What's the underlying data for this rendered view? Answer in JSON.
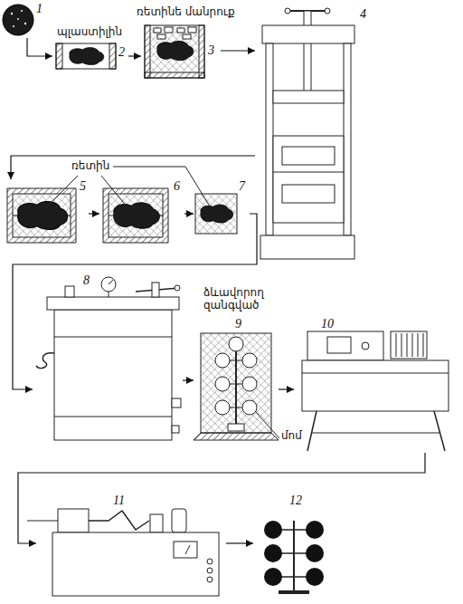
{
  "diagram": {
    "nodes": [
      {
        "text": [
          "1"
        ]
      },
      {
        "text": [
          "2"
        ]
      },
      {
        "text": [
          "3"
        ]
      },
      {
        "text": [
          "4"
        ]
      },
      {
        "text": [
          "5"
        ]
      },
      {
        "text": [
          "6"
        ]
      },
      {
        "text": [
          "7"
        ]
      },
      {
        "text": [
          "8"
        ]
      },
      {
        "text": [
          "9"
        ]
      },
      {
        "text": [
          "10"
        ]
      },
      {
        "text": [
          "11"
        ]
      },
      {
        "text": [
          "12"
        ]
      }
    ],
    "edges": [
      {
        "from": 0,
        "to": 1,
        "arrow": "to"
      },
      {
        "from": 1,
        "to": 2,
        "arrow": "to"
      },
      {
        "from": 2,
        "to": 3,
        "arrow": "to"
      },
      {
        "from": 3,
        "to": 4,
        "arrow": "to"
      },
      {
        "from": 4,
        "to": 5,
        "arrow": "to"
      },
      {
        "from": 5,
        "to": 6,
        "arrow": "to"
      },
      {
        "from": 6,
        "to": 7,
        "arrow": "to"
      },
      {
        "from": 7,
        "to": 8,
        "arrow": "to"
      },
      {
        "from": 8,
        "to": 9,
        "arrow": "to"
      },
      {
        "from": 9,
        "to": 10,
        "arrow": "to"
      },
      {
        "from": 10,
        "to": 11,
        "arrow": "to"
      }
    ],
    "labels": [
      "պլաստիլին",
      "ռետինե մանրուք",
      "ռետին",
      "ձևավորող զանգված",
      "մոմ"
    ]
  }
}
